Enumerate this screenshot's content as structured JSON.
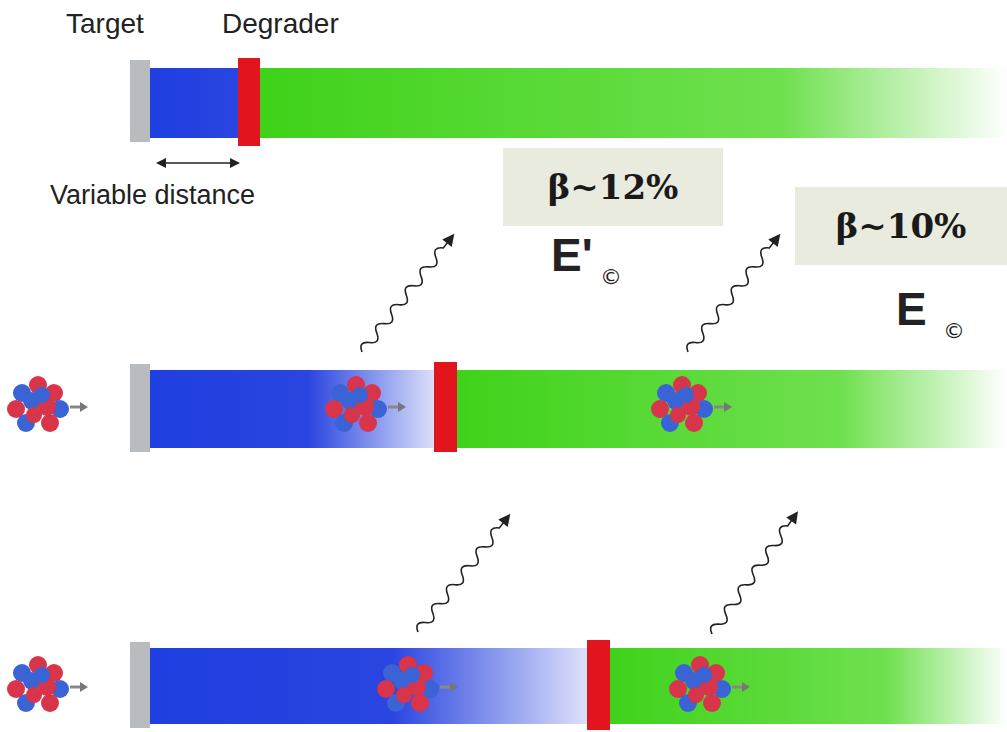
{
  "diagram": {
    "nodes": [
      {
        "text": [
          "β~12%"
        ]
      },
      {
        "text": [
          "β~10%"
        ]
      }
    ],
    "labels": [
      "Target",
      "Degrader",
      "Variable distance",
      "E'",
      "©",
      "E",
      "©"
    ]
  }
}
